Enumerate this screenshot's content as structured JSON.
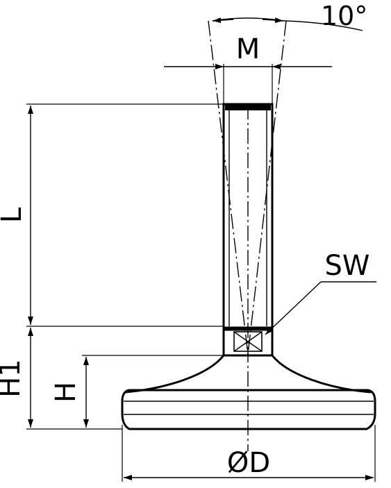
{
  "labels": {
    "angle": "10°",
    "thread": "M",
    "length": "L",
    "wrench": "SW",
    "height_total": "H1",
    "height_base": "H",
    "diameter": "ØD"
  },
  "colors": {
    "line": "#000000",
    "background": "#ffffff"
  }
}
